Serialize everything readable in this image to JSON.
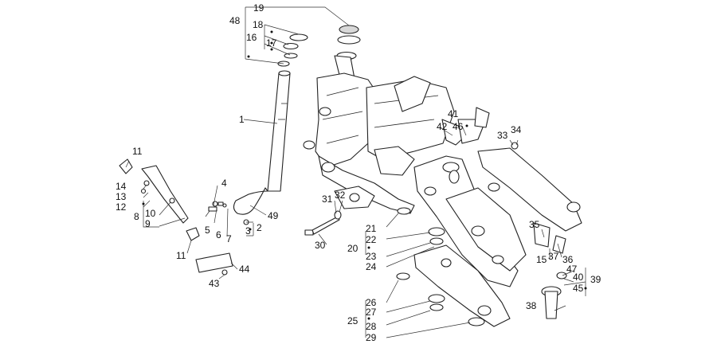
{
  "labels": {
    "l1": "1",
    "l2": "2",
    "l3": "3",
    "l4": "4",
    "l5": "5",
    "l6": "6",
    "l7": "7",
    "l8": "8",
    "l9": "9",
    "l10": "10",
    "l11a": "11",
    "l11b": "11",
    "l12": "12",
    "l13": "13",
    "l14": "14",
    "l15": "15",
    "l16": "16",
    "l17": "17",
    "l18": "18",
    "l19": "19",
    "l20": "20",
    "l21": "21",
    "l22": "22",
    "l23": "23",
    "l24": "24",
    "l25": "25",
    "l26": "26",
    "l27": "27",
    "l28": "28",
    "l29": "29",
    "l30": "30",
    "l31": "31",
    "l32": "32",
    "l33": "33",
    "l34": "34",
    "l35": "35",
    "l36": "36",
    "l37": "37",
    "l38": "38",
    "l39": "39",
    "l40": "40",
    "l41": "41",
    "l42": "42",
    "l43": "43",
    "l44": "44",
    "l45": "45",
    "l46": "46",
    "l47": "47",
    "l48": "48",
    "l49": "49"
  }
}
